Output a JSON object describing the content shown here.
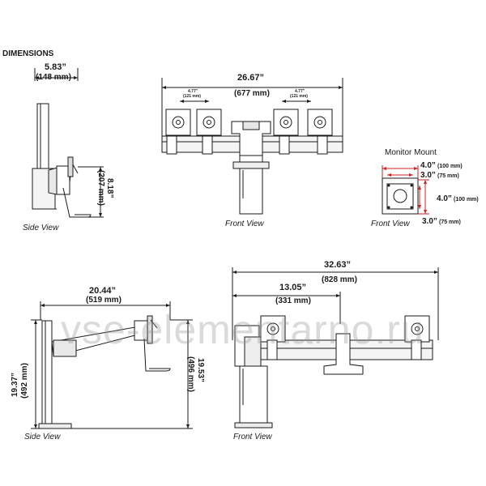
{
  "header": {
    "title": "DIMENSIONS"
  },
  "side_view_top": {
    "width_in": "5.83”",
    "width_mm": "(148 mm)",
    "height_in": "8.18”",
    "height_mm": "(207 mm)",
    "caption": "Side View"
  },
  "front_view_top": {
    "total_in": "26.67”",
    "total_mm": "(677 mm)",
    "left_gap_in": "4.77”",
    "left_gap_mm": "(121 mm)",
    "right_gap_in": "4.77”",
    "right_gap_mm": "(121 mm)",
    "caption": "Front View"
  },
  "monitor_mount": {
    "title": "Monitor Mount",
    "w_outer": "4.0”",
    "w_outer_mm": "(100 mm)",
    "w_inner": "3.0”",
    "w_inner_mm": "(75 mm)",
    "h_outer": "4.0”",
    "h_outer_mm": "(100 mm)",
    "bottom": "3.0”",
    "bottom_mm": "(75 mm)",
    "caption": "Front View"
  },
  "side_view_bottom": {
    "reach_in": "20.44”",
    "reach_mm": "(519 mm)",
    "pole_in": "19.37”",
    "pole_mm": "(492 mm)",
    "height_in": "19.53”",
    "height_mm": "(496 mm)",
    "caption": "Side View"
  },
  "front_view_bottom": {
    "total_in": "32.63”",
    "total_mm": "(828 mm)",
    "half_in": "13.05”",
    "half_mm": "(331 mm)",
    "caption": "Front View"
  },
  "watermark": {
    "text": "vse-elementarno.ru"
  }
}
